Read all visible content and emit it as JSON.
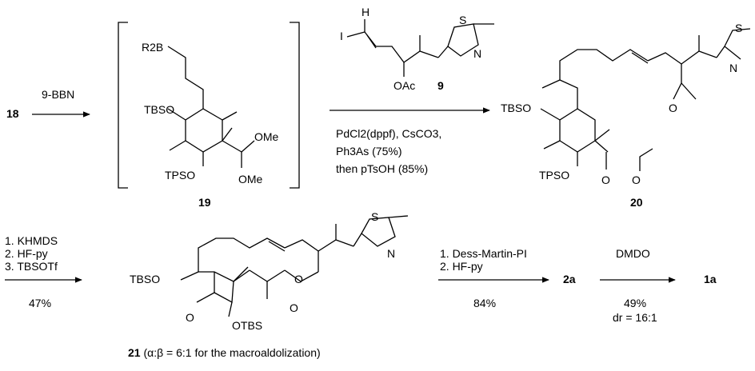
{
  "compounds": {
    "c18": "18",
    "c19": "19",
    "c9": "9",
    "c20": "20",
    "c21_num": "21",
    "c21_note": " (α:β = 6:1 for the macroaldolization)",
    "c2a": "2a",
    "c1a": "1a"
  },
  "step1": {
    "reagent": "9-BBN"
  },
  "step2": {
    "line1": "PdCl2(dppf), CsCO3,",
    "line2": "Ph3As (75%)",
    "line3": "then pTsOH (85%)"
  },
  "step3": {
    "line1": "1. KHMDS",
    "line2": "2. HF-py",
    "line3": "3. TBSOTf",
    "yield": "47%"
  },
  "step4": {
    "line1": "1. Dess-Martin-PI",
    "line2": "2. HF-py",
    "yield": "84%"
  },
  "step5": {
    "reagent": "DMDO",
    "yield": "49%",
    "dr": "dr = 16:1"
  },
  "atoms": {
    "TBSO": "TBSO",
    "TPSO": "TPSO",
    "OTBS": "OTBS",
    "OMe": "OMe",
    "OAc": "OAc",
    "R2B": "R2B",
    "S": "S",
    "N": "N",
    "O": "O",
    "I": "I",
    "H": "H"
  }
}
